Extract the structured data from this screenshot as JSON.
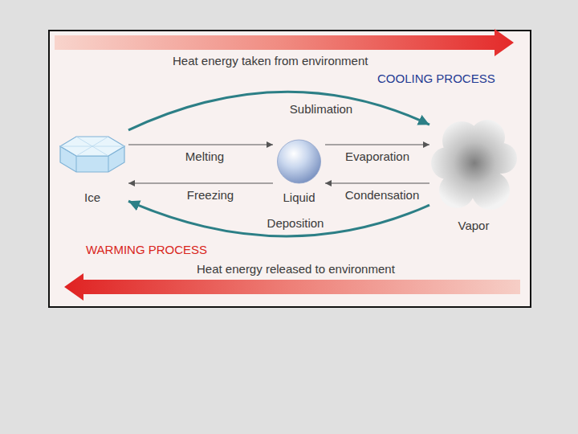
{
  "diagram": {
    "nodes": [
      {
        "text": [
          "Ice"
        ]
      },
      {
        "text": [
          "Liquid"
        ]
      },
      {
        "text": [
          "Vapor"
        ]
      }
    ],
    "edges": [
      {
        "from": 0,
        "to": 2,
        "arrow": "to",
        "label": "Sublimation"
      },
      {
        "from": 0,
        "to": 1,
        "arrow": "to",
        "label": "Melting"
      },
      {
        "from": 1,
        "to": 0,
        "arrow": "to",
        "label": "Freezing"
      },
      {
        "from": 1,
        "to": 2,
        "arrow": "to",
        "label": "Evaporation"
      },
      {
        "from": 2,
        "to": 1,
        "arrow": "to",
        "label": "Condensation"
      },
      {
        "from": 2,
        "to": 0,
        "arrow": "to",
        "label": "Deposition"
      }
    ],
    "labels": [
      "Heat energy taken from environment",
      "COOLING PROCESS",
      "WARMING PROCESS",
      "Heat energy released to environment"
    ]
  }
}
